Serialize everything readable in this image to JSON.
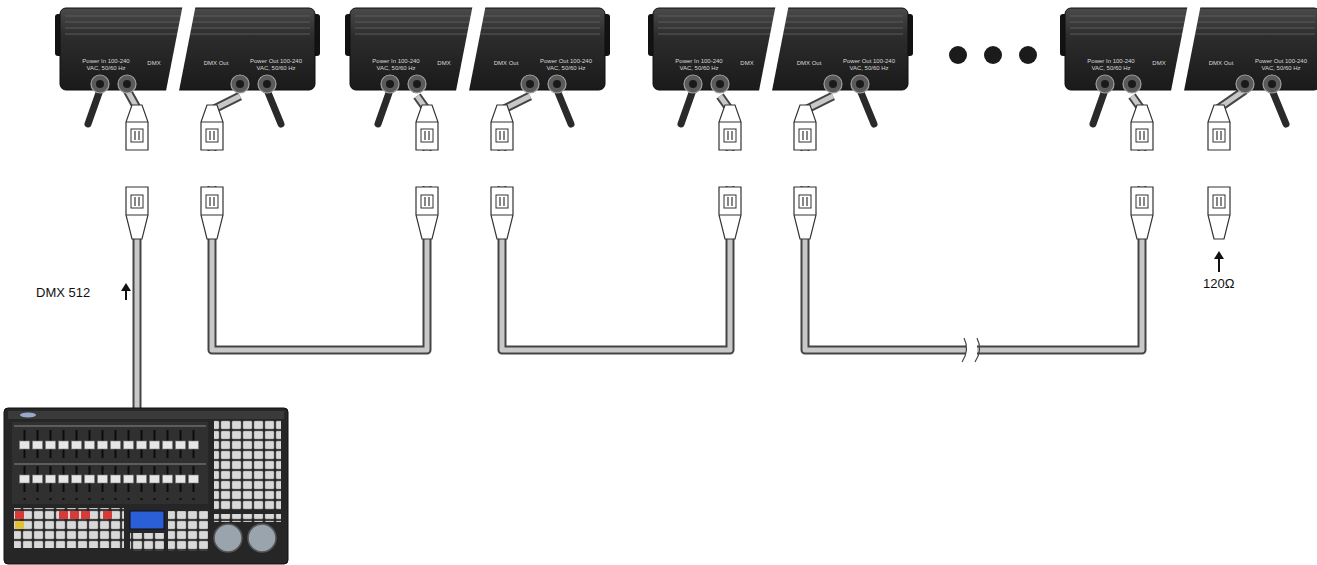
{
  "diagram": {
    "nodes": [
      {
        "text": [
          "Power In 100-240 VAC, 50/60 Hz",
          "DMX",
          "DMX Out",
          "Power Out 100-240 VAC, 50/60 Hz"
        ]
      },
      {
        "text": [
          "Power In 100-240 VAC, 50/60 Hz",
          "DMX",
          "DMX Out",
          "Power Out 100-240 VAC, 50/60 Hz"
        ]
      },
      {
        "text": [
          "Power In 100-240 VAC, 50/60 Hz",
          "DMX",
          "DMX Out",
          "Power Out 100-240 VAC, 50/60 Hz"
        ]
      },
      {
        "text": [
          "Power In 100-240 VAC, 50/60 Hz",
          "DMX",
          "DMX Out",
          "Power Out 100-240 VAC, 50/60 Hz"
        ]
      }
    ],
    "edges": [
      {
        "from": 0,
        "to": 1,
        "arrow": "none"
      },
      {
        "from": 1,
        "to": 2,
        "arrow": "none"
      },
      {
        "from": 2,
        "to": 3,
        "arrow": "none"
      }
    ],
    "labels": [
      "DMX 512",
      "120Ω"
    ]
  }
}
